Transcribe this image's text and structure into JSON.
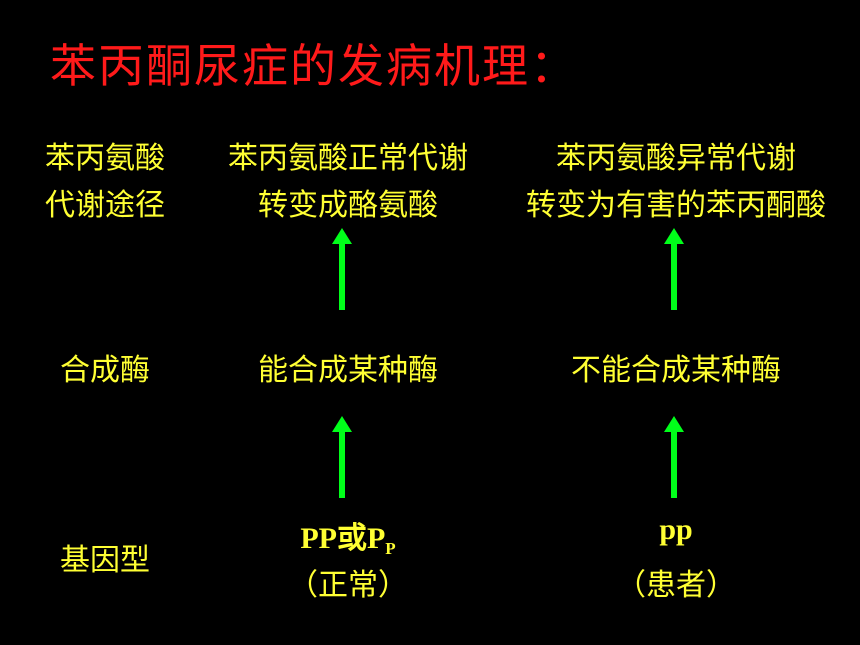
{
  "title": "苯丙酮尿症的发病机理：",
  "rows": {
    "pathway": {
      "label_line1": "苯丙氨酸",
      "label_line2": "代谢途径",
      "normal_line1": "苯丙氨酸正常代谢",
      "normal_line2": "转变成酪氨酸",
      "patient_line1": "苯丙氨酸异常代谢",
      "patient_line2": "转变为有害的苯丙酮酸"
    },
    "enzyme": {
      "label": "合成酶",
      "normal": "能合成某种酶",
      "patient": "不能合成某种酶"
    },
    "genotype": {
      "label": "基因型",
      "normal_main": "PP或P",
      "normal_sub": "P",
      "normal_note": "（正常）",
      "patient_main": "pp",
      "patient_note": "（患者）"
    }
  },
  "colors": {
    "title": "#ff1a1a",
    "text": "#ffff33",
    "arrow": "#00ff1a",
    "background": "#000000"
  },
  "icons": [
    "up-arrow-icon"
  ]
}
